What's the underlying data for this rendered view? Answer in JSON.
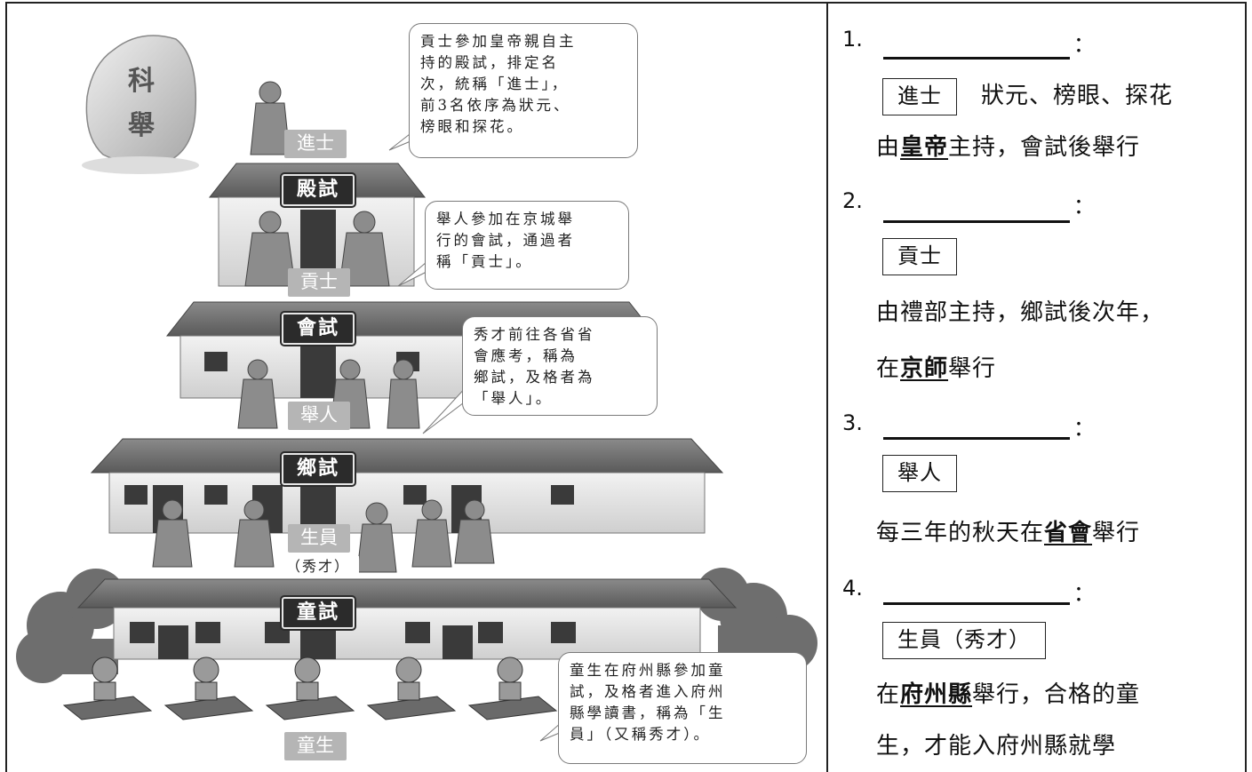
{
  "illustration": {
    "stone_text": [
      "科",
      "舉"
    ],
    "bubbles": [
      "貢士參加皇帝親自主\n持的殿試，排定名\n次，統稱「進士」，\n前3名依序為狀元、\n榜眼和探花。",
      "舉人參加在京城舉\n行的會試，通過者\n稱「貢士」。",
      "秀才前往各省省\n會應考，稱為\n鄉試，及格者為\n「舉人」。",
      "童生在府州縣參加童\n試，及格者進入府州\n縣學讀書，稱為「生\n員」（又稱秀才）。"
    ],
    "buildings": [
      "殿試",
      "會試",
      "鄉試",
      "童試"
    ],
    "ranks": [
      "進士",
      "貢士",
      "舉人",
      "生員",
      "童生"
    ],
    "rank_sub": "（秀才）"
  },
  "items": [
    {
      "number": "1.",
      "colon": "：",
      "box": "進士",
      "box_after": "狀元、榜眼、探花",
      "lines": [
        [
          {
            "t": "由"
          },
          {
            "t": "皇帝",
            "b": true
          },
          {
            "t": "主持，會試後舉行"
          }
        ]
      ]
    },
    {
      "number": "2.",
      "colon": "：",
      "box": "貢士",
      "box_after": "",
      "lines": [
        [
          {
            "t": "由禮部主持，鄉試後次年，"
          }
        ],
        [
          {
            "t": "在"
          },
          {
            "t": "京師",
            "b": true
          },
          {
            "t": "舉行"
          }
        ]
      ]
    },
    {
      "number": "3.",
      "colon": "：",
      "box": "舉人",
      "box_after": "",
      "lines": [
        [
          {
            "t": "每三年的秋天在"
          },
          {
            "t": "省會",
            "b": true
          },
          {
            "t": "舉行"
          }
        ]
      ]
    },
    {
      "number": "4.",
      "colon": "：",
      "box": "生員（秀才）",
      "box_after": "",
      "lines": [
        [
          {
            "t": "在"
          },
          {
            "t": "府州縣",
            "b": true
          },
          {
            "t": "舉行，合格的童"
          }
        ],
        [
          {
            "t": "生，才能入府州縣就學"
          }
        ]
      ]
    }
  ]
}
